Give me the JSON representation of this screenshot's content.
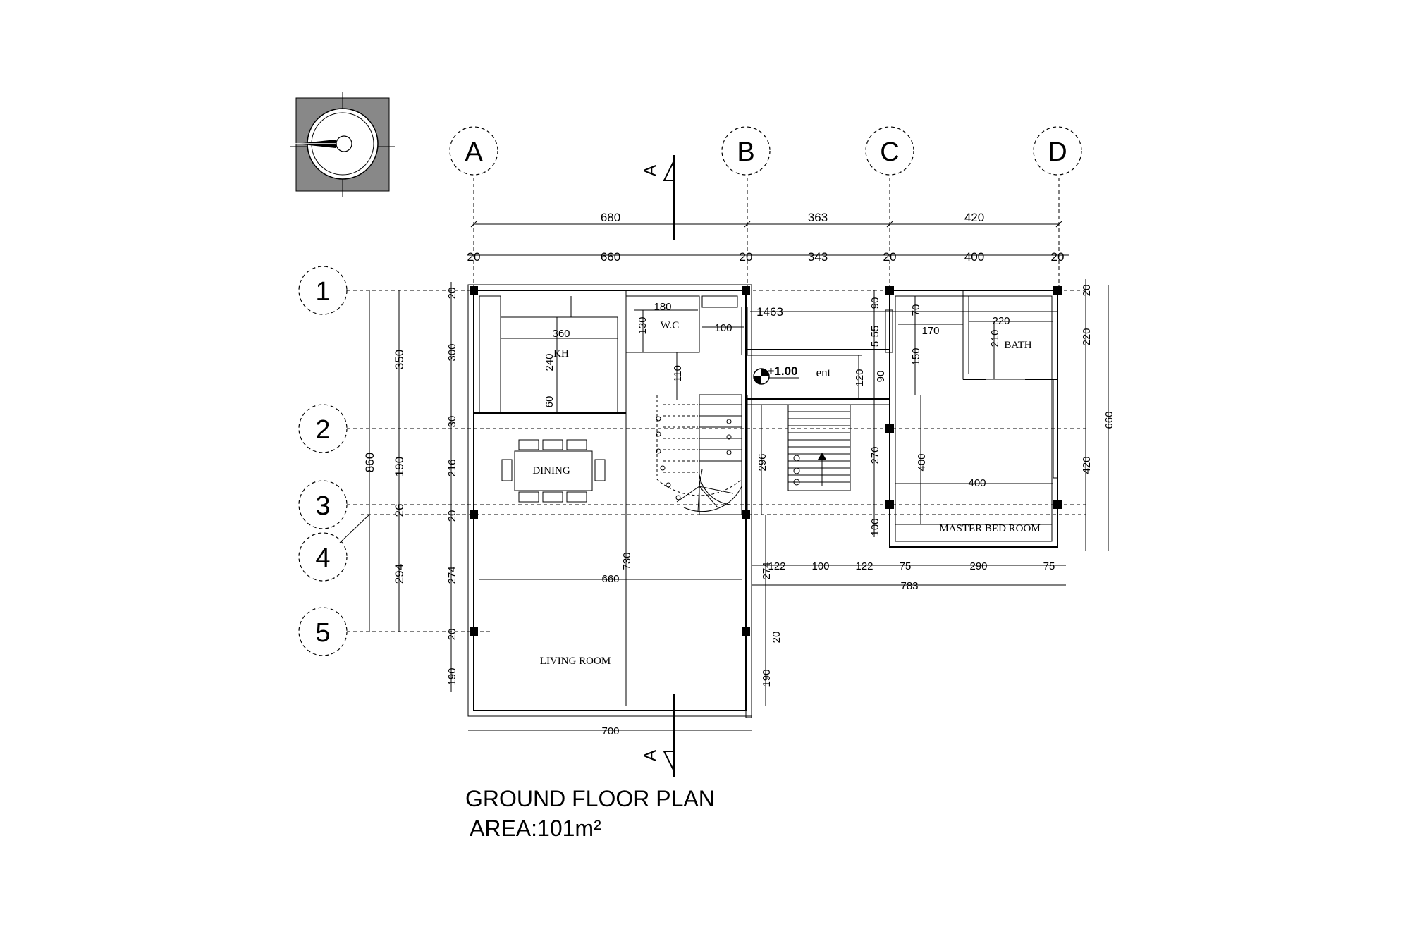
{
  "plan": {
    "title": "GROUND FLOOR PLAN",
    "area_label": "AREA:101m²",
    "section_marker": "A",
    "level": "+1.00",
    "entrance_label": "ent"
  },
  "grid_axes": {
    "columns": [
      "A",
      "B",
      "C",
      "D"
    ],
    "rows": [
      "1",
      "2",
      "3",
      "4",
      "5"
    ]
  },
  "rooms": {
    "kitchen": "KH",
    "wc": "W.C",
    "bath": "BATH",
    "dining": "DINING",
    "master_bed": "MASTER BED ROOM",
    "living": "LIVING ROOM"
  },
  "dimensions": {
    "top_overall": [
      "680",
      "363",
      "420"
    ],
    "top_detail": [
      "20",
      "660",
      "20",
      "343",
      "20",
      "400",
      "20"
    ],
    "left_overall": "860",
    "left_mid": [
      "350",
      "190",
      "26",
      "294"
    ],
    "left_inner": [
      "20",
      "300",
      "30",
      "216",
      "20",
      "274",
      "20",
      "190"
    ],
    "right_overall": "660",
    "right_inner": [
      "20",
      "220",
      "420"
    ],
    "kitchen": [
      "360",
      "240",
      "60"
    ],
    "wc": [
      "180",
      "130",
      "100"
    ],
    "entry": [
      "1463",
      "110",
      "120"
    ],
    "stair_side": [
      "296",
      "274",
      "190",
      "20"
    ],
    "right_column": [
      "90",
      "55",
      "5",
      "90",
      "270",
      "100"
    ],
    "bath": [
      "70",
      "170",
      "220",
      "210",
      "150"
    ],
    "master": [
      "400",
      "400"
    ],
    "bottom_run": [
      "122",
      "100",
      "122",
      "75",
      "290",
      "75"
    ],
    "bottom_total": "783",
    "living_width": "660",
    "living_depth": "730",
    "bottom_overall": "700"
  }
}
